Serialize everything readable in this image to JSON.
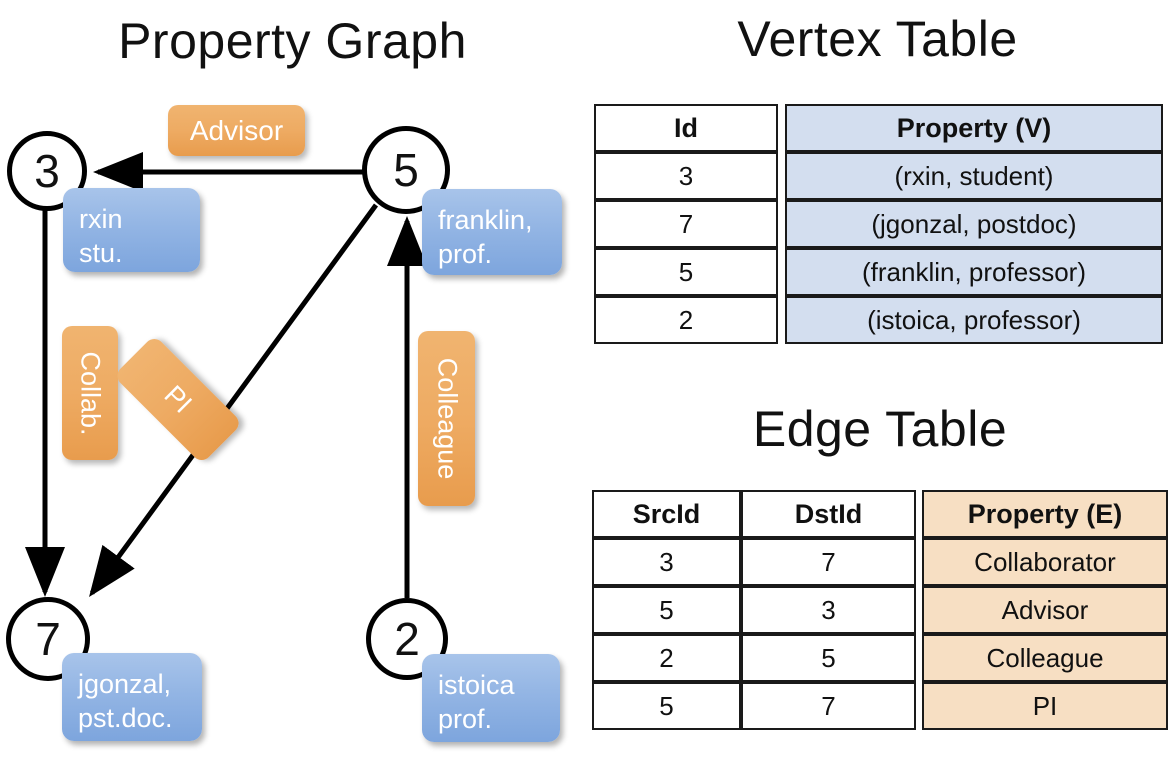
{
  "titles": {
    "property_graph": "Property Graph",
    "vertex_table": "Vertex Table",
    "edge_table": "Edge Table"
  },
  "graph": {
    "nodes": [
      {
        "id": "3",
        "name": "rxin",
        "role": "stu."
      },
      {
        "id": "5",
        "name": "franklin,",
        "role": "prof."
      },
      {
        "id": "7",
        "name": "jgonzal,",
        "role": "pst.doc."
      },
      {
        "id": "2",
        "name": "istoica",
        "role": "prof."
      }
    ],
    "edge_labels": {
      "advisor": "Advisor",
      "collab": "Collab.",
      "pi": "PI",
      "colleague": "Colleague"
    },
    "edges": [
      {
        "from": "5",
        "to": "3",
        "label": "Advisor"
      },
      {
        "from": "3",
        "to": "7",
        "label": "Collab."
      },
      {
        "from": "5",
        "to": "7",
        "label": "PI"
      },
      {
        "from": "2",
        "to": "5",
        "label": "Colleague"
      }
    ]
  },
  "vertex_table": {
    "headers": [
      "Id",
      "Property (V)"
    ],
    "rows": [
      [
        "3",
        "(rxin, student)"
      ],
      [
        "7",
        "(jgonzal, postdoc)"
      ],
      [
        "5",
        "(franklin, professor)"
      ],
      [
        "2",
        "(istoica, professor)"
      ]
    ]
  },
  "edge_table": {
    "headers": [
      "SrcId",
      "DstId",
      "Property (E)"
    ],
    "rows": [
      [
        "3",
        "7",
        "Collaborator"
      ],
      [
        "5",
        "3",
        "Advisor"
      ],
      [
        "2",
        "5",
        "Colleague"
      ],
      [
        "5",
        "7",
        "PI"
      ]
    ]
  },
  "colors": {
    "vertex_box": "#93b5e4",
    "edge_box": "#eeab63",
    "vertex_table_fill": "#d3deef",
    "edge_table_fill": "#f7dfc3",
    "stroke": "#000000",
    "background": "#ffffff"
  }
}
